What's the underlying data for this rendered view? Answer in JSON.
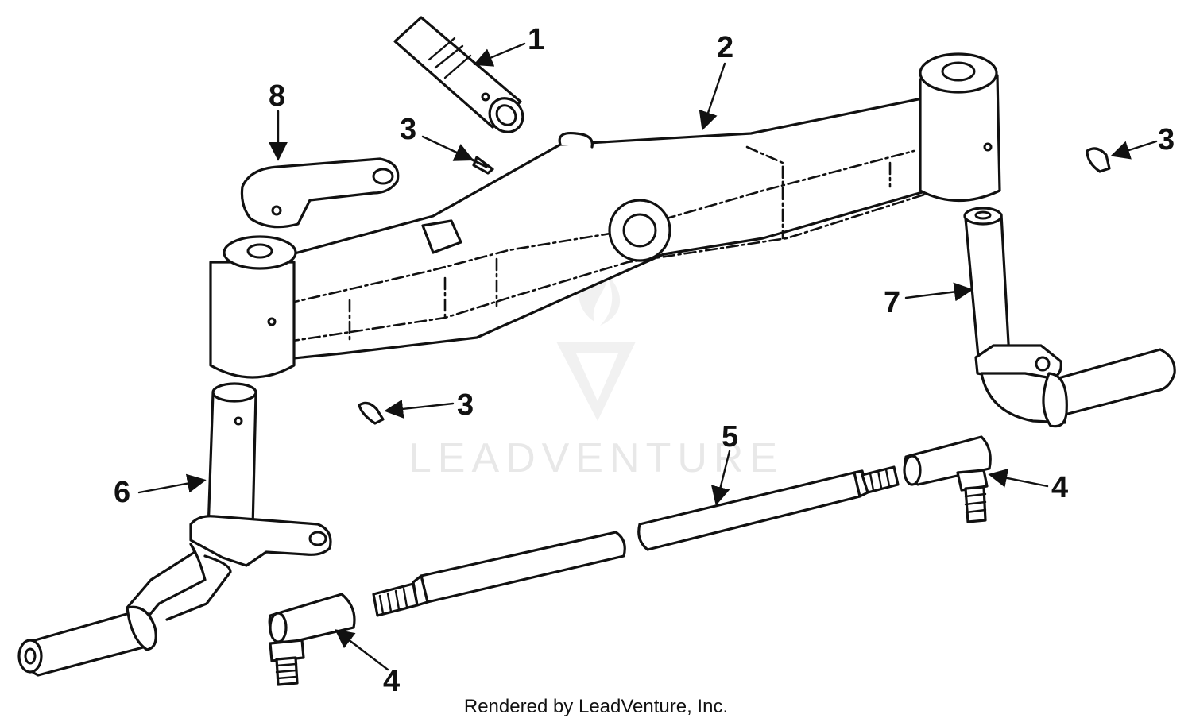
{
  "callouts": [
    {
      "id": "c1",
      "num": "1"
    },
    {
      "id": "c2",
      "num": "2"
    },
    {
      "id": "c3a",
      "num": "3"
    },
    {
      "id": "c3b",
      "num": "3"
    },
    {
      "id": "c3c",
      "num": "3"
    },
    {
      "id": "c4a",
      "num": "4"
    },
    {
      "id": "c4b",
      "num": "4"
    },
    {
      "id": "c5",
      "num": "5"
    },
    {
      "id": "c6",
      "num": "6"
    },
    {
      "id": "c7",
      "num": "7"
    },
    {
      "id": "c8",
      "num": "8"
    }
  ],
  "watermark": {
    "text": "LEADVENTURE"
  },
  "footer": {
    "text": "Rendered by LeadVenture, Inc."
  }
}
